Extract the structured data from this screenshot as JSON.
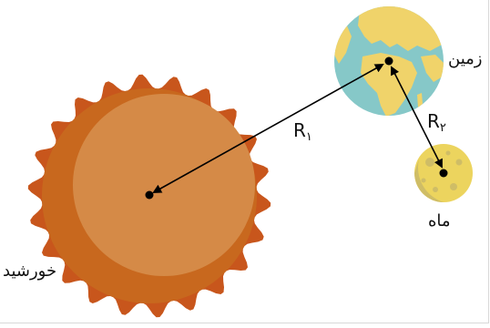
{
  "labels": {
    "sun": "خورشید",
    "earth": "زمین",
    "moon": "ماه",
    "r1_letter": "R",
    "r1_sub": "۱",
    "r2_letter": "R",
    "r2_sub": "۲"
  },
  "colors": {
    "sun_outer": "#c8561c",
    "sun_disc": "#c8681e",
    "sun_highlight": "#d58a47",
    "ocean": "#86c8c8",
    "land": "#f0d36a",
    "moon": "#ecd45e",
    "moon_shade": "#cfbd66",
    "arrow": "#000000"
  }
}
